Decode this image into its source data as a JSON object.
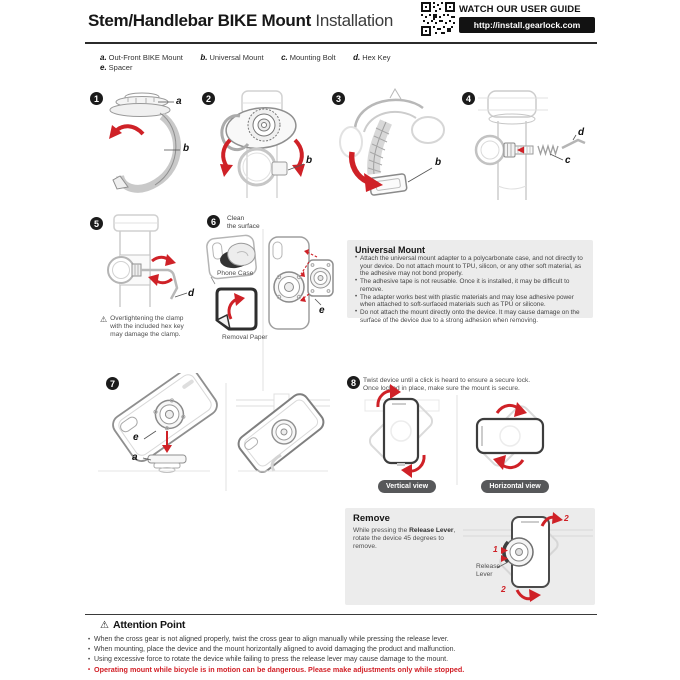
{
  "header": {
    "title_bold": "Stem/Handlebar BIKE Mount",
    "title_light": " Installation",
    "watch_label": "WATCH OUR USER GUIDE",
    "guide_url": "http://install.gearlock.com"
  },
  "icons": {
    "warning": "⚠"
  },
  "legend": {
    "items": [
      {
        "key": "a.",
        "label": "Out-Front BIKE Mount"
      },
      {
        "key": "b.",
        "label": "Universal Mount"
      },
      {
        "key": "c.",
        "label": "Mounting Bolt"
      },
      {
        "key": "d.",
        "label": "Hex Key"
      },
      {
        "key": "e.",
        "label": "Spacer"
      }
    ]
  },
  "part_labels": {
    "a": "a",
    "b": "b",
    "c": "c",
    "d": "d",
    "e": "e"
  },
  "steps": {
    "s1": {
      "num": "1"
    },
    "s2": {
      "num": "2"
    },
    "s3": {
      "num": "3"
    },
    "s4": {
      "num": "4"
    },
    "s5": {
      "num": "5",
      "warning_lines": [
        "Overtightening the clamp",
        "with the included hex key",
        "may damage the clamp."
      ]
    },
    "s6": {
      "num": "6",
      "clean_line1": "Clean",
      "clean_line2": "the surface",
      "phone_case_label": "Phone Case",
      "removal_paper_label": "Removal Paper"
    },
    "s7": {
      "num": "7"
    },
    "s8": {
      "num": "8",
      "instruction_line1": "Twist device until a click is heard to ensure a secure lock.",
      "instruction_line2": "Once locked in place, make sure the mount is secure.",
      "vertical_badge": "Vertical view",
      "horizontal_badge": "Horizontal view"
    }
  },
  "universal_mount": {
    "title": "Universal Mount",
    "bullets": [
      "Attach the universal mount adapter to a polycarbonate case, and not directly to your device. Do not attach mount to TPU, silicon, or any other soft material, as the adhesive may not bond properly.",
      "The adhesive tape is not reusable. Once it is installed, it may be difficult to remove.",
      "The adapter works best with plastic materials and may lose adhesive power when attached to soft-surfaced materials such as TPU or silicone.",
      "Do not attach the mount directly onto the device. It may cause damage on the surface of the device due to a strong adhesion when removing."
    ]
  },
  "remove": {
    "title": "Remove",
    "line1_prefix": "While pressing the ",
    "line1_bold": "Release Lever",
    "line1_suffix": ",",
    "line2": "rotate the device 45 degrees to remove.",
    "release_lever_line1": "Release",
    "release_lever_line2": "Lever",
    "marker_1": "1",
    "marker_2": "2"
  },
  "attention": {
    "title": "Attention Point",
    "bullets": [
      "When the cross gear is not aligned properly, twist the cross gear to align manually while pressing the release lever.",
      "When mounting, place the device and the mount horizontally aligned to avoid damaging the product and malfunction.",
      "Using excessive force to rotate the device while failing to press the release lever may cause damage to the mount."
    ],
    "warning_bullet": "Operating mount while bicycle is in motion can be dangerous. Please make adjustments only while stopped."
  },
  "colors": {
    "accent_red": "#cf2127",
    "ink": "#1d1d1d",
    "panel_gray": "#ececec",
    "badge_gray": "#57585a"
  }
}
